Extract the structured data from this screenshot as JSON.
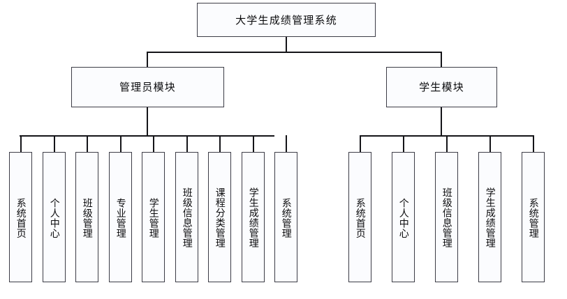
{
  "diagram": {
    "title": "大学生成绩管理系统",
    "type": "organization-tree",
    "root": {
      "id": "root",
      "label": "大学生成绩管理系统"
    },
    "branches": [
      {
        "id": "admin-module",
        "label": "管理员模块",
        "leaves": [
          {
            "id": "admin-leaf-1",
            "label": "系统首页"
          },
          {
            "id": "admin-leaf-2",
            "label": "个人中心"
          },
          {
            "id": "admin-leaf-3",
            "label": "班级管理"
          },
          {
            "id": "admin-leaf-4",
            "label": "专业管理"
          },
          {
            "id": "admin-leaf-5",
            "label": "学生管理"
          },
          {
            "id": "admin-leaf-6",
            "label": "班级信息管理"
          },
          {
            "id": "admin-leaf-7",
            "label": "课程分类管理"
          },
          {
            "id": "admin-leaf-8",
            "label": "学生成绩管理"
          },
          {
            "id": "admin-leaf-9",
            "label": "系统管理"
          }
        ]
      },
      {
        "id": "student-module",
        "label": "学生模块",
        "leaves": [
          {
            "id": "student-leaf-1",
            "label": "系统首页"
          },
          {
            "id": "student-leaf-2",
            "label": "个人中心"
          },
          {
            "id": "student-leaf-3",
            "label": "班级信息管理"
          },
          {
            "id": "student-leaf-4",
            "label": "学生成绩管理"
          },
          {
            "id": "student-leaf-5",
            "label": "系统管理"
          }
        ]
      }
    ],
    "colors": {
      "node_border": "#3c3c46",
      "node_fill": "#fbfcfe",
      "connector": "#141418",
      "text": "#0b0b0d",
      "background": "#ffffff"
    }
  }
}
